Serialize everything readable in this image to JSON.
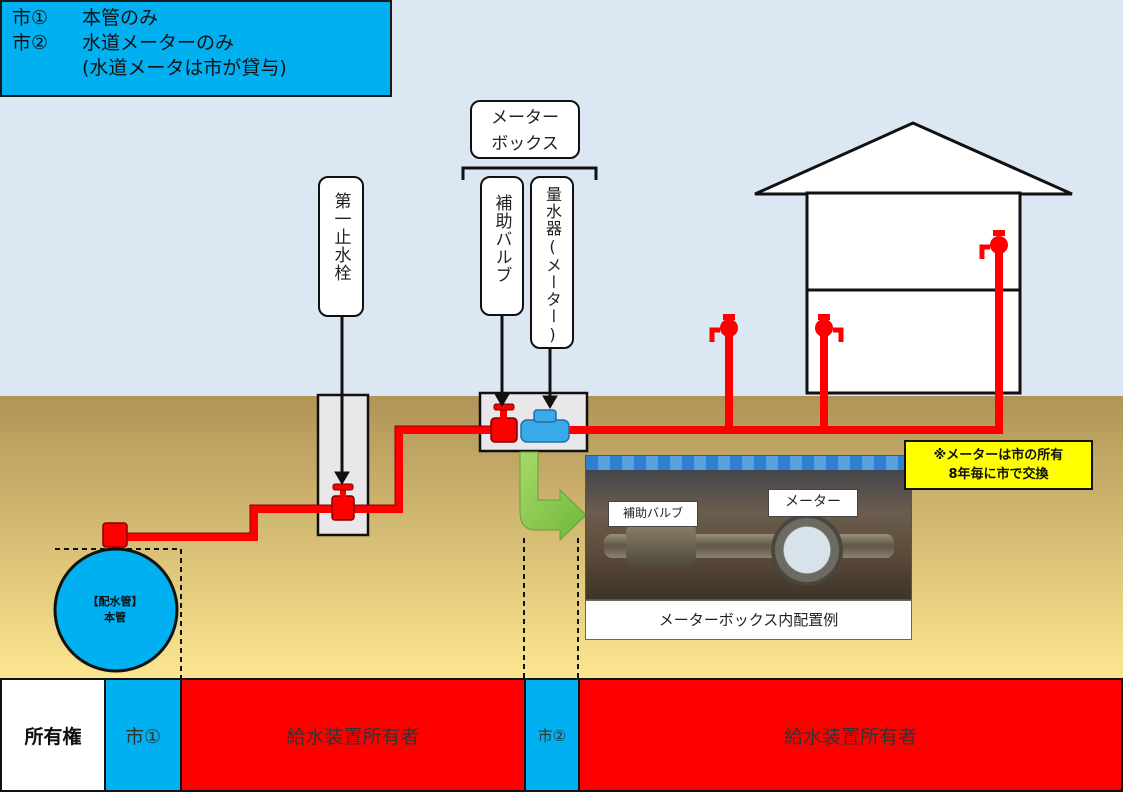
{
  "legend": {
    "row1_key": "市①",
    "row1_text": "本管のみ",
    "row2_key": "市②",
    "row2_text": "水道メーターのみ",
    "row3_text": "(水道メータは市が貸与)"
  },
  "callouts": {
    "meter_box_line1": "メーター",
    "meter_box_line2": "ボックス",
    "first_stop_cock": "第一止水栓",
    "aux_valve": "補助バルブ",
    "water_meter": "量水器(メーター)"
  },
  "main_pipe": {
    "line1": "【配水管】",
    "line2": "本管"
  },
  "photo": {
    "aux_valve_label": "補助バルブ",
    "meter_label": "メーター",
    "caption": "メーターボックス内配置例"
  },
  "note": {
    "line1": "※メーターは市の所有",
    "line2": "8年毎に市で交換"
  },
  "ownership": {
    "header": "所有権",
    "city1": "市①",
    "owner1": "給水装置所有者",
    "city2": "市②",
    "owner2": "給水装置所有者"
  },
  "colors": {
    "sky": "#dbe7f3",
    "ground_top": "#b59a5a",
    "ground_bottom": "#fbe38f",
    "pipe": "#ff0000",
    "city": "#00b0f0",
    "owner": "#ff0000",
    "meter": "#3aa9e8",
    "note": "#ffff00"
  },
  "icons": [
    "faucet-icon",
    "valve-icon",
    "meter-icon",
    "down-arrow-icon",
    "house-icon"
  ]
}
